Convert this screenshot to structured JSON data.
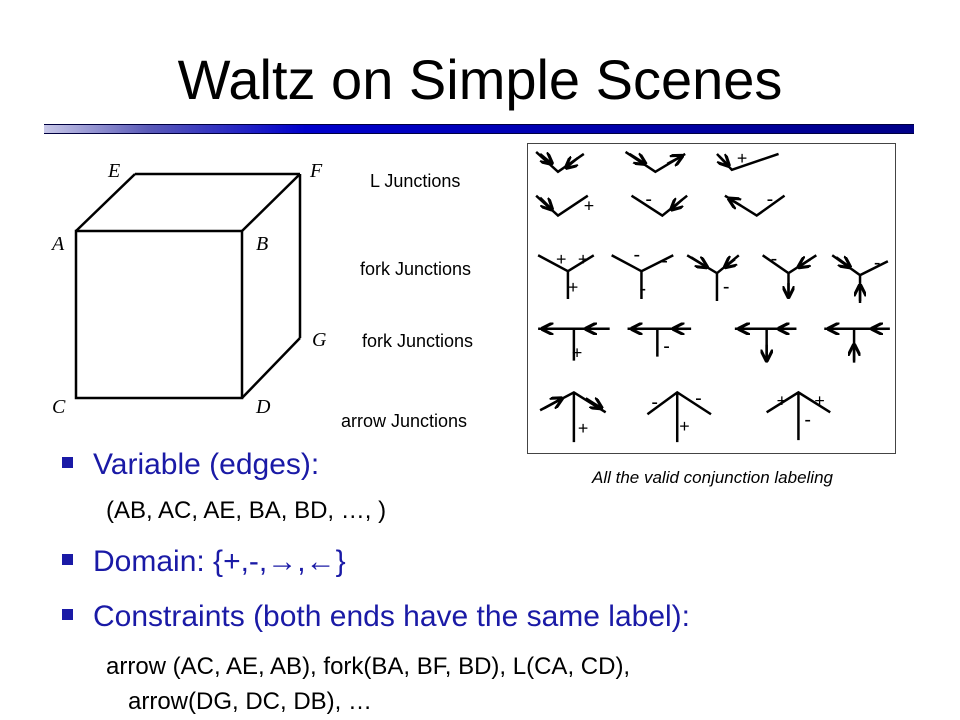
{
  "slide": {
    "title": "Waltz on Simple Scenes",
    "cube_points": {
      "E": "E",
      "F": "F",
      "A": "A",
      "B": "B",
      "G": "G",
      "C": "C",
      "D": "D"
    },
    "junction_labels": [
      "L Junctions",
      "fork Junctions",
      "fork Junctions",
      "arrow Junctions"
    ],
    "panel_caption": "All the valid conjunction labeling",
    "bullets": [
      {
        "text": "Variable (edges):",
        "sub": [
          "(AB, AC, AE, BA, BD, …, )"
        ]
      },
      {
        "text": "Domain: {+,-,→,←}",
        "sub": []
      },
      {
        "text": "Constraints (both ends have the same label):",
        "sub": [
          "arrow (AC, AE, AB), fork(BA, BF, BD), L(CA, CD),",
          "arrow(DG, DC, DB), …"
        ]
      }
    ]
  },
  "colors": {
    "bullet": "#1a1aa6",
    "rule": "#0000cc"
  }
}
